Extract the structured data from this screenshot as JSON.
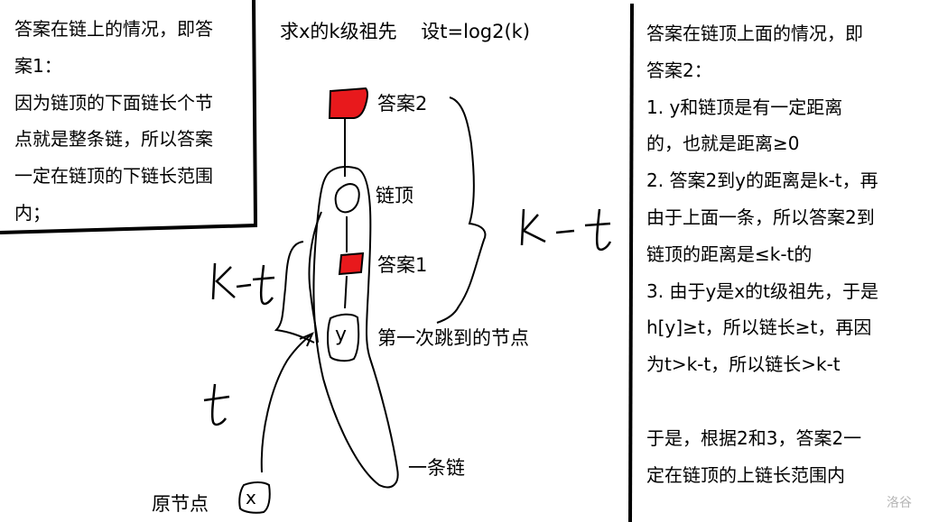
{
  "title": "求x的k级祖先    设t=log2(k)",
  "left_box": {
    "lines": [
      "答案在链上的情况，即答",
      "案1：",
      "因为链顶的下面链长个节",
      "点就是整条链，所以答案",
      "一定在链顶的下链长范围",
      "内；"
    ]
  },
  "right_box": {
    "lines": [
      "答案在链顶上面的情况，即",
      "答案2：",
      "1. y和链顶是有一定距离",
      "的，也就是距离≥0",
      "2. 答案2到y的距离是k-t，再",
      "由于上面一条，所以答案2到",
      "链顶的距离是≤k-t的",
      "3. 由于y是x的t级祖先，于是",
      "h[y]≥t，所以链长≥t，再因",
      "为t>k-t，所以链长>k-t",
      "",
      "于是，根据2和3，答案2一",
      "定在链顶的上链长范围内"
    ]
  },
  "labels": {
    "answer2": "答案2",
    "chain_top": "链顶",
    "answer1": "答案1",
    "y_node": "y",
    "first_jump": "第一次跳到的节点",
    "one_chain": "一条链",
    "origin": "原节点",
    "x_node": "x",
    "k_minus_t_left": "k-t",
    "k_minus_t_right": "k -t",
    "t_mark": "t"
  },
  "watermark": "洛谷",
  "colors": {
    "answer_fill": "#e8191c",
    "ink": "#000000",
    "watermark": "#b5b5b5"
  }
}
